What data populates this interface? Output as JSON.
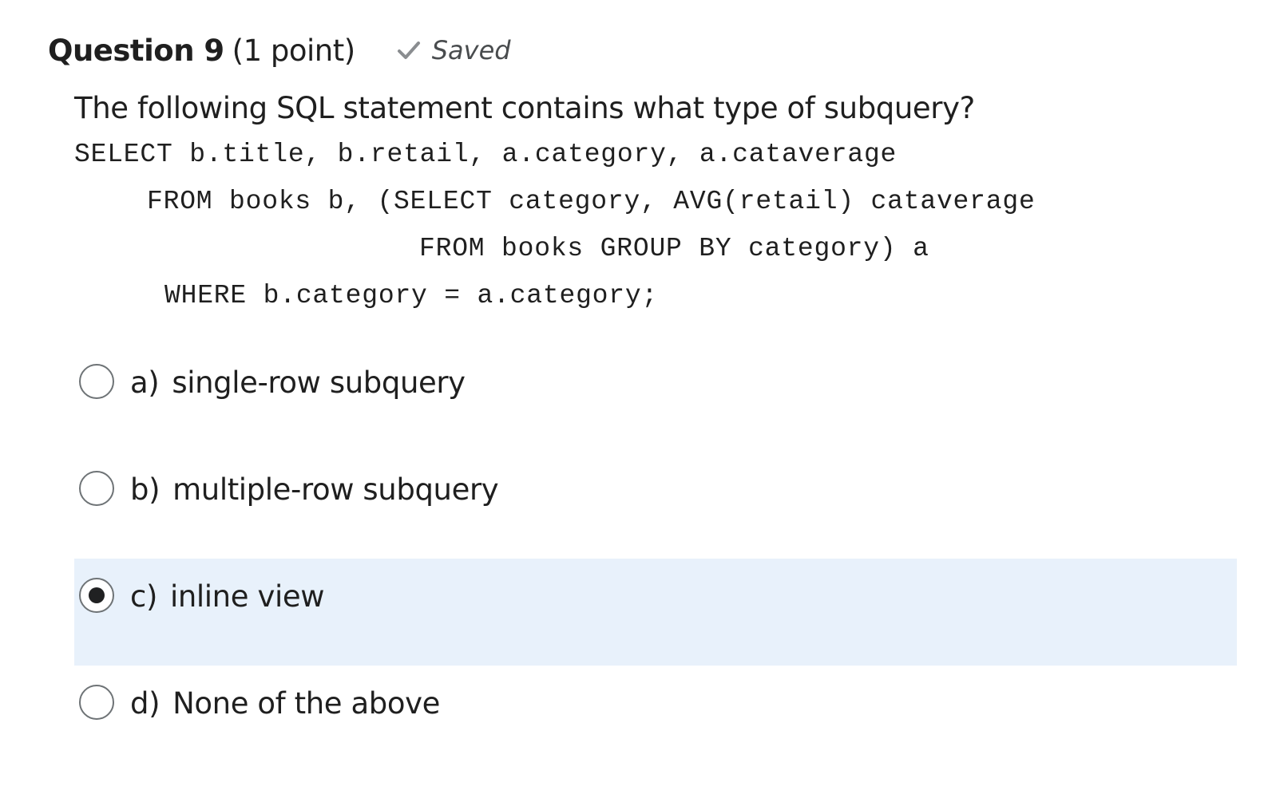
{
  "header": {
    "title": "Question 9",
    "points": "(1 point)",
    "saved_label": "Saved",
    "saved_icon": "check-icon"
  },
  "question": {
    "prompt": "The following SQL statement contains what type of subquery?",
    "code": [
      "SELECT b.title, b.retail, a.category, a.cataverage",
      "FROM books b, (SELECT category, AVG(retail) cataverage",
      "FROM books GROUP BY category) a",
      "WHERE b.category = a.category;"
    ]
  },
  "options": [
    {
      "letter": "a)",
      "text": "single-row subquery",
      "selected": false
    },
    {
      "letter": "b)",
      "text": "multiple-row subquery",
      "selected": false
    },
    {
      "letter": "c)",
      "text": "inline view",
      "selected": true
    },
    {
      "letter": "d)",
      "text": "None of the above",
      "selected": false
    }
  ],
  "colors": {
    "selected_background": "#e8f1fb",
    "radio_border": "#6e7376",
    "text": "#1f1f1f",
    "saved_text": "#494c4e"
  }
}
